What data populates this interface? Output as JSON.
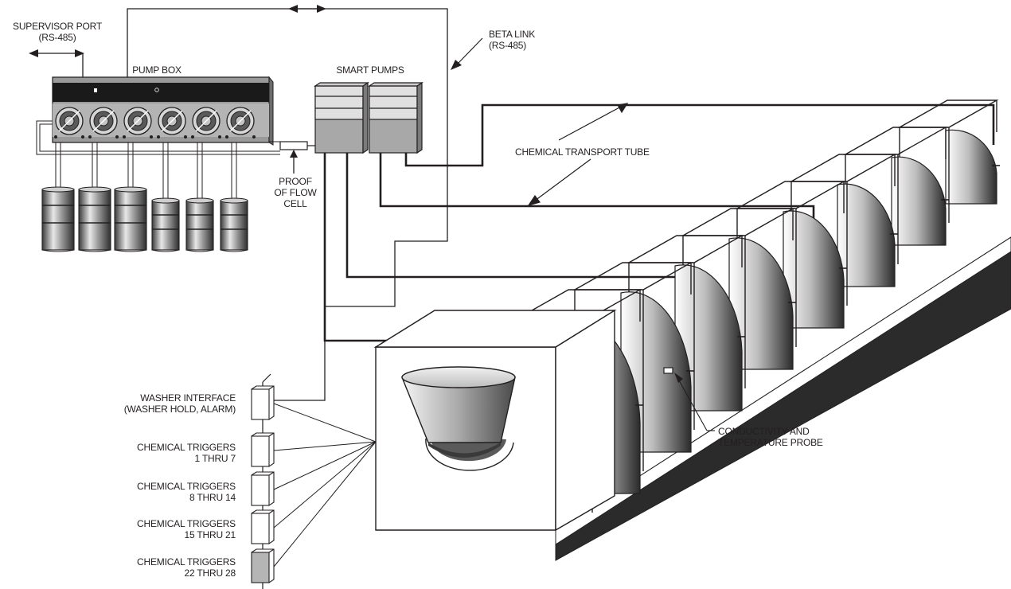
{
  "colors": {
    "ink": "#231f20",
    "panel_dark": "#1a1a1a",
    "drum_light": "#e8e8e8",
    "drum_mid": "#9c9c9c",
    "drum_dark": "#3a3a3a",
    "box_fill": "#ffffff",
    "trigger_last": "#b5b5b5"
  },
  "labels": {
    "supervisor_port": [
      "SUPERVISOR PORT",
      "(RS-485)"
    ],
    "pump_box": "PUMP BOX",
    "smart_pumps": "SMART PUMPS",
    "beta_link": [
      "BETA LINK",
      "(RS-485)"
    ],
    "proof_of_flow": [
      "PROOF",
      "OF FLOW",
      "CELL"
    ],
    "chemical_transport_tube": "CHEMICAL TRANSPORT TUBE",
    "conductivity_probe": [
      "CONDUCTIVITY AND",
      "TEMPERATURE PROBE"
    ]
  },
  "interface_boxes": [
    {
      "lines": [
        "WASHER INTERFACE",
        "(WASHER HOLD, ALARM)"
      ]
    },
    {
      "lines": [
        "CHEMICAL TRIGGERS",
        "1 THRU 7"
      ]
    },
    {
      "lines": [
        "CHEMICAL TRIGGERS",
        "8 THRU 14"
      ]
    },
    {
      "lines": [
        "CHEMICAL TRIGGERS",
        "15 THRU 21"
      ]
    },
    {
      "lines": [
        "CHEMICAL TRIGGERS",
        "22 THRU 28"
      ]
    }
  ],
  "pump_box": {
    "pump_count": 6,
    "drum_count": 6
  }
}
